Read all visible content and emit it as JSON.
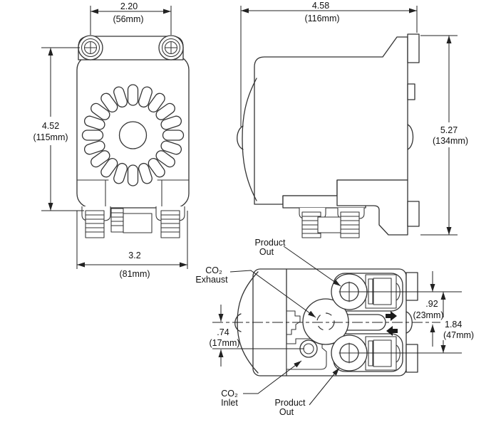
{
  "dims": {
    "front_top": {
      "in": "2.20",
      "mm": "(56mm)"
    },
    "front_left": {
      "in": "4.52",
      "mm": "(115mm)"
    },
    "front_bottom": {
      "in": "3.2",
      "mm": "(81mm)"
    },
    "side_top": {
      "in": "4.58",
      "mm": "(116mm)"
    },
    "side_right": {
      "in": "5.27",
      "mm": "(134mm)"
    },
    "bottom_left": {
      "in": ".74",
      "mm": "(17mm)"
    },
    "bottom_right_inner": {
      "in": ".92",
      "mm": "(23mm)"
    },
    "bottom_right_outer": {
      "in": "1.84",
      "mm": "(47mm)"
    }
  },
  "labels": {
    "product_out_top": {
      "line1": "Product",
      "line2": "Out"
    },
    "co2_exhaust": {
      "line1": "CO₂",
      "line2": "Exhaust"
    },
    "co2_inlet": {
      "line1": "CO₂",
      "line2": "Inlet"
    },
    "product_out_bottom": {
      "line1": "Product",
      "line2": "Out"
    }
  },
  "colors": {
    "background": "#ffffff",
    "line": "#333333",
    "text": "#111111"
  }
}
